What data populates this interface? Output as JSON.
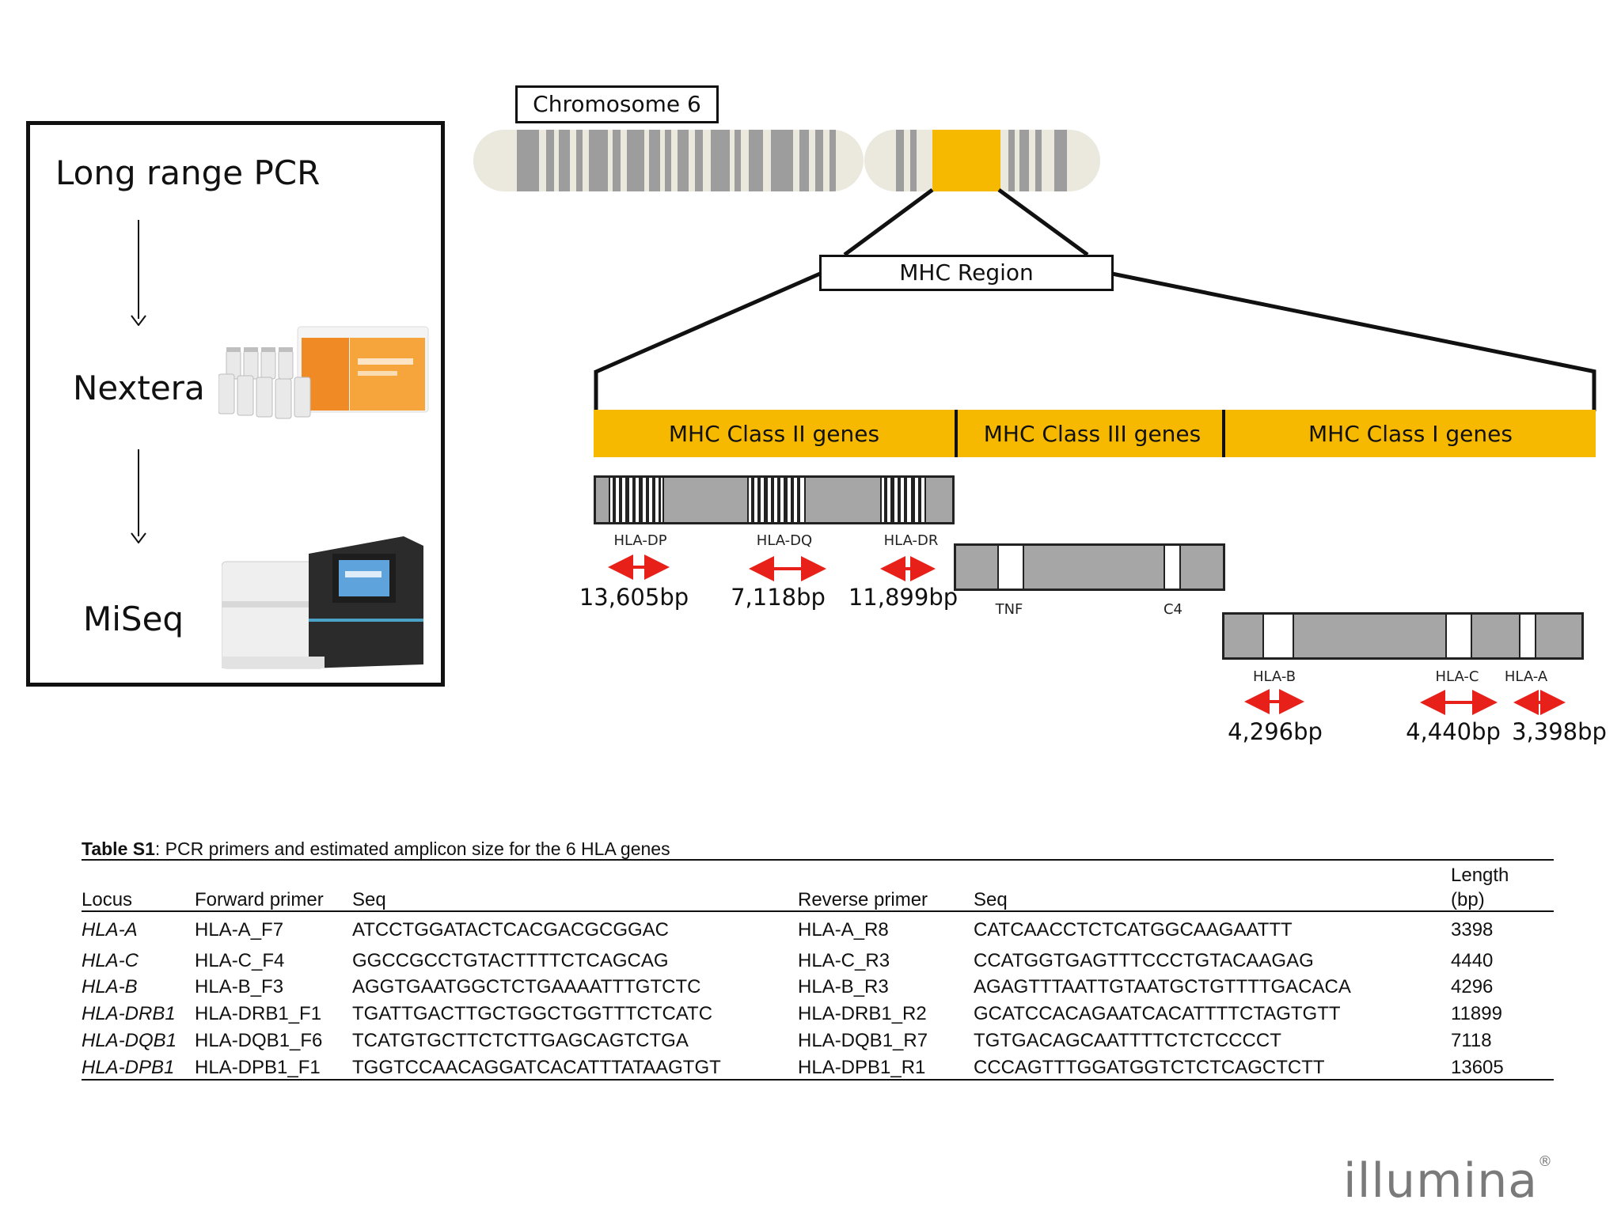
{
  "workflow": {
    "steps": [
      "Long range PCR",
      "Nextera",
      "MiSeq"
    ]
  },
  "chromosome": {
    "label": "Chromosome  6"
  },
  "mhc_region": {
    "label": "MHC Region"
  },
  "classes": [
    {
      "label": "MHC Class II genes"
    },
    {
      "label": "MHC Class III genes"
    },
    {
      "label": "MHC Class I genes"
    }
  ],
  "class_ii_genes": [
    {
      "name": "HLA-DP",
      "size": "13,605bp"
    },
    {
      "name": "HLA-DQ",
      "size": "7,118bp"
    },
    {
      "name": "HLA-DR",
      "size": "11,899bp"
    }
  ],
  "class_iii_genes": [
    {
      "name": "TNF"
    },
    {
      "name": "C4"
    }
  ],
  "class_i_genes": [
    {
      "name": "HLA-B",
      "size": "4,296bp"
    },
    {
      "name": "HLA-C",
      "size": "4,440bp"
    },
    {
      "name": "HLA-A",
      "size": "3,398bp"
    }
  ],
  "arrow_color": "#e8201a",
  "accent_color": "#f7b900",
  "table": {
    "caption_bold": "Table S1",
    "caption_rest": ":  PCR primers and estimated amplicon size for the 6 HLA genes",
    "headers": [
      "Locus",
      "Forward primer",
      "Seq",
      "Reverse primer",
      "Seq",
      "Length",
      "(bp)"
    ],
    "rows": [
      [
        "HLA-A",
        "HLA-A_F7",
        "ATCCTGGATACTCACGACGCGGAC",
        "HLA-A_R8",
        "CATCAACCTCTCATGGCAAGAATTT",
        "3398"
      ],
      [
        "HLA-C",
        "HLA-C_F4",
        "GGCCGCCTGTACTTTTCTCAGCAG",
        "HLA-C_R3",
        "CCATGGTGAGTTTCCCTGTACAAGAG",
        "4440"
      ],
      [
        "HLA-B",
        "HLA-B_F3",
        "AGGTGAATGGCTCTGAAAATTTGTCTC",
        "HLA-B_R3",
        "AGAGTTTAATTGTAATGCTGTTTTGACACA",
        "4296"
      ],
      [
        "HLA-DRB1",
        "HLA-DRB1_F1",
        "TGATTGACTTGCTGGCTGGTTTCTCATC",
        "HLA-DRB1_R2",
        "GCATCCACAGAATCACATTTTCTAGTGTT",
        "11899"
      ],
      [
        "HLA-DQB1",
        "HLA-DQB1_F6",
        "TCATGTGCTTCTCTTGAGCAGTCTGA",
        "HLA-DQB1_R7",
        "TGTGACAGCAATTTTCTCTCCCCT",
        "7118"
      ],
      [
        "HLA-DPB1",
        "HLA-DPB1_F1",
        "TGGTCCAACAGGATCACATTTATAAGTGT",
        "HLA-DPB1_R1",
        "CCCAGTTTGGATGGTCTCTCAGCTCTT",
        "13605"
      ]
    ]
  },
  "logo": {
    "text": "illumina",
    "mark": "®"
  }
}
